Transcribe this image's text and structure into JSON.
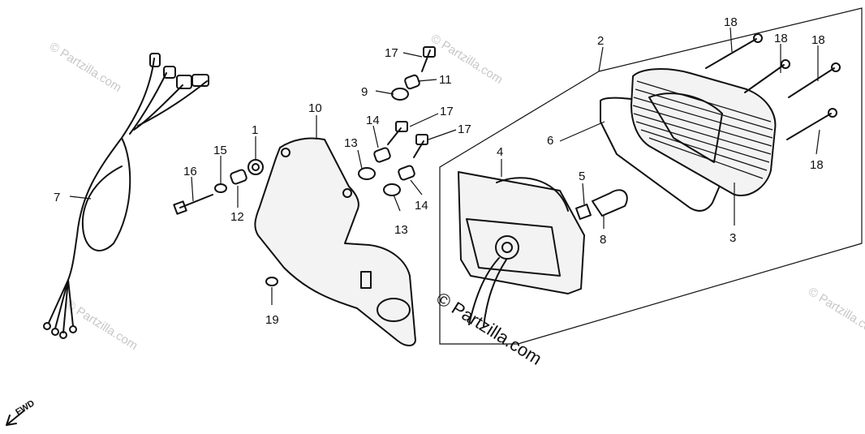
{
  "diagram": {
    "callouts": [
      {
        "id": "c1",
        "label": "1"
      },
      {
        "id": "c2",
        "label": "2"
      },
      {
        "id": "c3",
        "label": "3"
      },
      {
        "id": "c4",
        "label": "4"
      },
      {
        "id": "c5",
        "label": "5"
      },
      {
        "id": "c6",
        "label": "6"
      },
      {
        "id": "c7",
        "label": "7"
      },
      {
        "id": "c8",
        "label": "8"
      },
      {
        "id": "c9",
        "label": "9"
      },
      {
        "id": "c10",
        "label": "10"
      },
      {
        "id": "c11",
        "label": "11"
      },
      {
        "id": "c12",
        "label": "12"
      },
      {
        "id": "c13a",
        "label": "13"
      },
      {
        "id": "c13b",
        "label": "13"
      },
      {
        "id": "c14a",
        "label": "14"
      },
      {
        "id": "c14b",
        "label": "14"
      },
      {
        "id": "c15",
        "label": "15"
      },
      {
        "id": "c16",
        "label": "16"
      },
      {
        "id": "c17a",
        "label": "17"
      },
      {
        "id": "c17b",
        "label": "17"
      },
      {
        "id": "c17c",
        "label": "17"
      },
      {
        "id": "c18a",
        "label": "18"
      },
      {
        "id": "c18b",
        "label": "18"
      },
      {
        "id": "c18c",
        "label": "18"
      },
      {
        "id": "c18d",
        "label": "18"
      },
      {
        "id": "c19",
        "label": "19"
      }
    ],
    "fwd_label": "FWD",
    "brand_watermark": "© Partzilla.com",
    "faint_watermark": "© Partzilla.com"
  }
}
